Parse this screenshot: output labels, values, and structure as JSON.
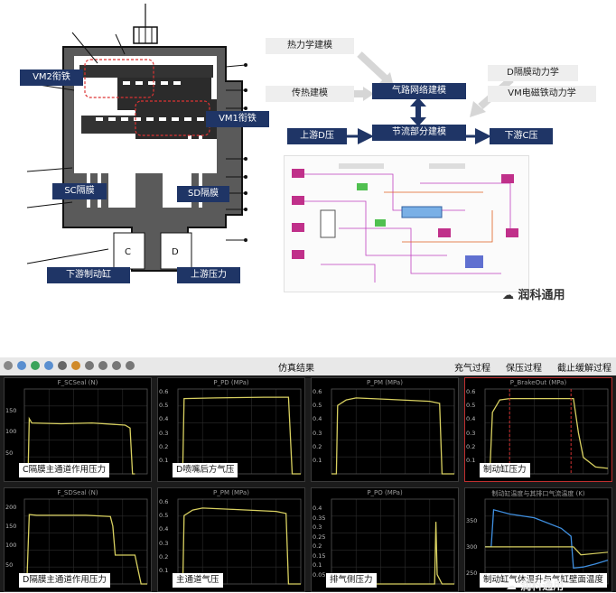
{
  "top": {
    "valve_labels": {
      "vm2": "VM2衔铁",
      "vm1": "VM1衔铁",
      "sc": "SC隔膜",
      "sd": "SD隔膜",
      "downstream_cylinder": "下游制动缸",
      "upstream_pressure": "上游压力"
    },
    "flow": {
      "thermo": "热力学建模",
      "heat": "传热建模",
      "network": "气路网络建模",
      "d_dynamics": "D隔膜动力学",
      "vm_dynamics": "VM电磁铁动力学",
      "upstream_d": "上游D压",
      "throttle": "节流部分建模",
      "downstream_c": "下游C压"
    },
    "watermark": "润科通用"
  },
  "toolbar": {
    "sim_result": "仿真结果",
    "fill": "充气过程",
    "hold": "保压过程",
    "release": "截止缓解过程"
  },
  "panels": [
    {
      "title": "F_SCSeal (N)",
      "label": "C隔膜主通道作用压力",
      "ylim": [
        0,
        200
      ],
      "yticks": [
        "150",
        "100",
        "50"
      ],
      "color": "#d8d060",
      "points": [
        [
          0,
          0
        ],
        [
          0.03,
          0
        ],
        [
          0.04,
          130
        ],
        [
          0.06,
          120
        ],
        [
          0.3,
          118
        ],
        [
          0.55,
          120
        ],
        [
          0.82,
          115
        ],
        [
          0.86,
          108
        ],
        [
          0.88,
          0
        ],
        [
          0.9,
          0
        ]
      ]
    },
    {
      "title": "P_PD (MPa)",
      "label": "D喷嘴后方气压",
      "ylim": [
        0,
        0.62
      ],
      "yticks": [
        "0.6",
        "0.5",
        "0.4",
        "0.3",
        "0.2",
        "0.1"
      ],
      "color": "#d8d060",
      "points": [
        [
          0,
          0
        ],
        [
          0.04,
          0.06
        ],
        [
          0.05,
          0.55
        ],
        [
          0.3,
          0.555
        ],
        [
          0.7,
          0.56
        ],
        [
          0.9,
          0.56
        ],
        [
          0.93,
          0
        ],
        [
          1,
          0
        ]
      ]
    },
    {
      "title": "P_PM (MPa)",
      "label": "",
      "ylim": [
        0,
        0.62
      ],
      "yticks": [
        "0.6",
        "0.5",
        "0.4",
        "0.3",
        "0.2",
        "0.1"
      ],
      "color": "#d8d060",
      "points": [
        [
          0,
          0
        ],
        [
          0.04,
          0
        ],
        [
          0.05,
          0.5
        ],
        [
          0.12,
          0.54
        ],
        [
          0.2,
          0.555
        ],
        [
          0.45,
          0.545
        ],
        [
          0.8,
          0.53
        ],
        [
          0.88,
          0.515
        ],
        [
          0.9,
          0
        ],
        [
          1,
          0
        ]
      ]
    },
    {
      "title": "P_BrakeOut (MPa)",
      "label": "制动缸压力",
      "ylim": [
        0,
        0.62
      ],
      "yticks": [
        "0.6",
        "0.5",
        "0.4",
        "0.3",
        "0.2",
        "0.1"
      ],
      "color": "#d8d060",
      "points": [
        [
          0,
          0.02
        ],
        [
          0.04,
          0.02
        ],
        [
          0.06,
          0.45
        ],
        [
          0.12,
          0.54
        ],
        [
          0.2,
          0.55
        ],
        [
          0.6,
          0.55
        ],
        [
          0.72,
          0.55
        ],
        [
          0.76,
          0.3
        ],
        [
          0.8,
          0.12
        ],
        [
          0.9,
          0.05
        ],
        [
          1,
          0.04
        ]
      ]
    },
    {
      "title": "F_SDSeal (N)",
      "label": "D隔膜主通道作用压力",
      "ylim": [
        0,
        220
      ],
      "yticks": [
        "200",
        "150",
        "100",
        "50"
      ],
      "color": "#d8d060",
      "points": [
        [
          0,
          0
        ],
        [
          0.02,
          0
        ],
        [
          0.04,
          180
        ],
        [
          0.1,
          178
        ],
        [
          0.5,
          178
        ],
        [
          0.7,
          175
        ],
        [
          0.72,
          150
        ],
        [
          0.74,
          75
        ],
        [
          0.9,
          75
        ],
        [
          0.95,
          0
        ],
        [
          1,
          0
        ]
      ]
    },
    {
      "title": "P_PM (MPa)",
      "label": "主通道气压",
      "ylim": [
        0,
        0.62
      ],
      "yticks": [
        "0.6",
        "0.5",
        "0.4",
        "0.3",
        "0.2",
        "0.1"
      ],
      "color": "#d8d060",
      "points": [
        [
          0,
          0
        ],
        [
          0.04,
          0
        ],
        [
          0.05,
          0.5
        ],
        [
          0.12,
          0.54
        ],
        [
          0.2,
          0.555
        ],
        [
          0.45,
          0.545
        ],
        [
          0.8,
          0.53
        ],
        [
          0.88,
          0.515
        ],
        [
          0.9,
          0
        ],
        [
          1,
          0
        ]
      ]
    },
    {
      "title": "P_PO (MPa)",
      "label": "排气侧压力",
      "ylim": [
        0,
        0.45
      ],
      "yticks": [
        "0.4",
        "0.35",
        "0.3",
        "0.25",
        "0.2",
        "0.15",
        "0.1",
        "0.05"
      ],
      "color": "#d8d060",
      "points": [
        [
          0,
          0
        ],
        [
          0.84,
          0
        ],
        [
          0.85,
          0.33
        ],
        [
          0.86,
          0.05
        ],
        [
          0.9,
          0
        ],
        [
          1,
          0
        ]
      ]
    },
    {
      "title": "制动缸温度与其排口气流温度 (K)",
      "label": "制动缸气体温升与气缸壁面温度",
      "ylim": [
        230,
        390
      ],
      "yticks": [
        "350",
        "300",
        "250"
      ],
      "color": "#3f8fe0",
      "points": [
        [
          0,
          300
        ],
        [
          0.05,
          300
        ],
        [
          0.07,
          370
        ],
        [
          0.2,
          362
        ],
        [
          0.4,
          355
        ],
        [
          0.62,
          335
        ],
        [
          0.7,
          320
        ],
        [
          0.72,
          260
        ],
        [
          0.8,
          262
        ],
        [
          0.9,
          268
        ],
        [
          1,
          275
        ]
      ]
    }
  ]
}
